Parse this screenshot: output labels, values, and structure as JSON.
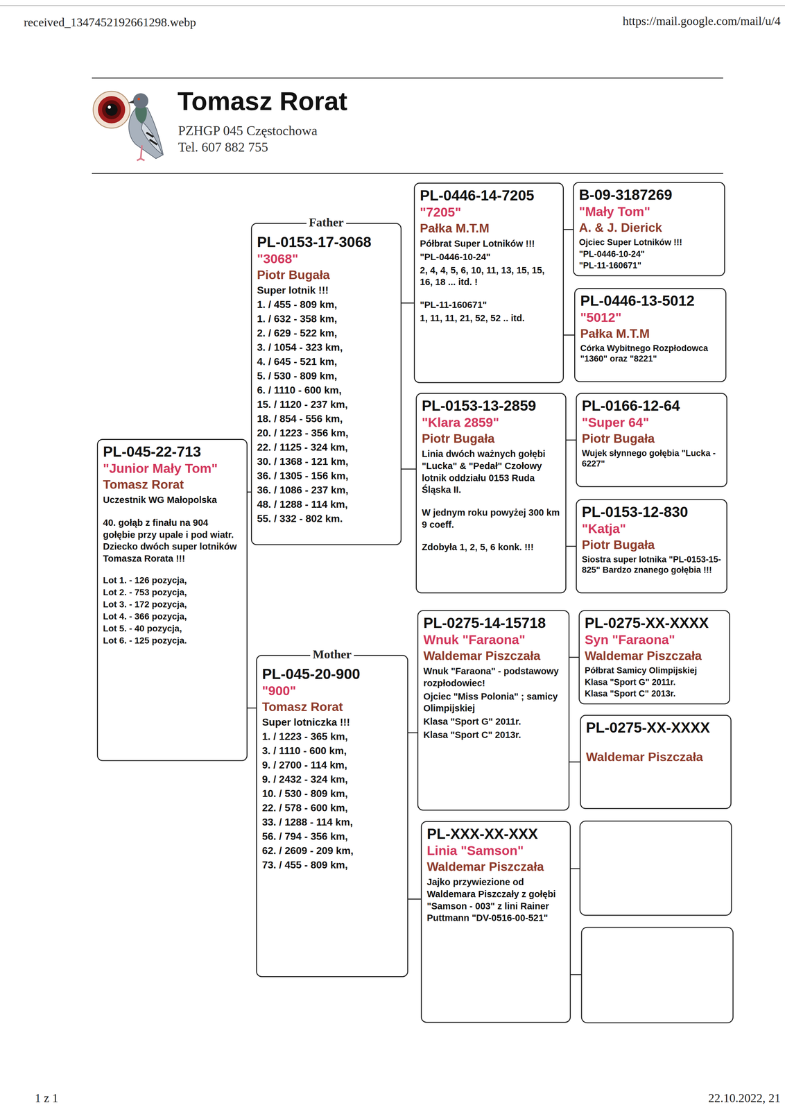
{
  "diagram": {
    "title": "Tomasz Rorat",
    "nodes": [
      {
        "text": [
          "PL-045-22-713",
          "\"Junior Mały Tom\"",
          "Tomasz Rorat",
          "Uczestnik WG Małopolska",
          "40. gołąb z finału na 904 gołębie przy upale i pod wiatr. Dziecko dwóch super lotników Tomasza Rorata !!!",
          "Lot 1. - 126 pozycja,",
          "Lot 2. - 753 pozycja,",
          "Lot 3. - 172 pozycja,",
          "Lot 4. - 366 pozycja,",
          "Lot 5. - 40 pozycja,",
          "Lot 6. - 125 pozycja."
        ]
      },
      {
        "text": [
          "Father",
          "PL-0153-17-3068",
          "\"3068\"",
          "Piotr Bugała",
          "Super lotnik !!!",
          "1. / 455 - 809 km,",
          "1. / 632 - 358 km,",
          "2. / 629 - 522 km,",
          "3. / 1054 - 323 km,",
          "4. / 645 - 521 km,",
          "5. / 530 - 809 km,",
          "6. / 1110 - 600 km,",
          "15. / 1120 - 237 km,",
          "18. / 854 - 556 km,",
          "20. / 1223 - 356 km,",
          "22. / 1125 - 324 km,",
          "30. / 1368 - 121 km,",
          "36. / 1305 - 156 km,",
          "36. / 1086 - 237 km,",
          "48. / 1288 - 114 km,",
          "55. / 332 - 802 km."
        ]
      },
      {
        "text": [
          "PL-0446-14-7205",
          "\"7205\"",
          "Pałka M.T.M",
          "Półbrat Super Lotników !!!",
          "\"PL-0446-10-24\"",
          "2, 4, 4, 5, 6, 10, 11, 13, 15, 15, 16, 18 ... itd. !",
          "\"PL-11-160671\"",
          "1, 11, 11, 21, 52, 52 .. itd."
        ]
      },
      {
        "text": [
          "B-09-3187269",
          "\"Mały Tom\"",
          "A. & J. Dierick",
          "Ojciec Super Lotników !!!",
          "\"PL-0446-10-24\"",
          "\"PL-11-160671\""
        ]
      },
      {
        "text": [
          "PL-0446-13-5012",
          "\"5012\"",
          "Pałka M.T.M",
          "Córka Wybitnego Rozpłodowca \"1360\" oraz \"8221\""
        ]
      },
      {
        "text": [
          "PL-0153-13-2859",
          "\"Klara 2859\"",
          "Piotr Bugała",
          "Linia dwóch ważnych gołębi \"Lucka\" & \"Pedał\" Czołowy lotnik oddziału 0153 Ruda Śląska II.",
          "W jednym roku powyżej 300 km 9 coeff.",
          "Zdobyła 1, 2, 5, 6 konk. !!!"
        ]
      },
      {
        "text": [
          "PL-0166-12-64",
          "\"Super 64\"",
          "Piotr Bugała",
          "Wujek słynnego gołębia \"Lucka - 6227\""
        ]
      },
      {
        "text": [
          "PL-0153-12-830",
          "\"Katja\"",
          "Piotr Bugała",
          "Siostra super lotnika \"PL-0153-15-825\" Bardzo znanego gołębia !!!"
        ]
      },
      {
        "text": [
          "Mother",
          "PL-045-20-900",
          "\"900\"",
          "Tomasz Rorat",
          "Super lotniczka !!!",
          "1. / 1223 - 365 km,",
          "3. / 1110 - 600 km,",
          "9. / 2700 - 114 km,",
          "9. / 2432 - 324 km,",
          "10. / 530 - 809 km,",
          "22. / 578 - 600 km,",
          "33. / 1288 - 114 km,",
          "56. / 794 - 356 km,",
          "62. / 2609 - 209 km,",
          "73. / 455 - 809 km,"
        ]
      },
      {
        "text": [
          "PL-0275-14-15718",
          "Wnuk \"Faraona\"",
          "Waldemar Piszczała",
          "Wnuk \"Faraona\" - podstawowy rozpłodowiec!",
          "Ojciec \"Miss Polonia\" ; samicy Olimpijskiej",
          "Klasa \"Sport G\" 2011r.",
          "Klasa \"Sport C\" 2013r."
        ]
      },
      {
        "text": [
          "PL-0275-XX-XXXX",
          "Syn \"Faraona\"",
          "Waldemar Piszczała",
          "Półbrat Samicy Olimpijskiej",
          "Klasa \"Sport G\" 2011r.",
          "Klasa \"Sport C\" 2013r."
        ]
      },
      {
        "text": [
          "PL-0275-XX-XXXX",
          "Waldemar Piszczała"
        ]
      },
      {
        "text": [
          "PL-XXX-XX-XXX",
          "Linia \"Samson\"",
          "Waldemar Piszczała",
          "Jajko przywiezione od Waldemara Piszczały z gołębi \"Samson - 003\" z lini Rainer Puttmann \"DV-0516-00-521\""
        ]
      }
    ],
    "edges": [
      {
        "from": 0,
        "to": 1,
        "arrow": "none"
      },
      {
        "from": 0,
        "to": 8,
        "arrow": "none"
      },
      {
        "from": 1,
        "to": 2,
        "arrow": "none"
      },
      {
        "from": 1,
        "to": 5,
        "arrow": "none"
      },
      {
        "from": 2,
        "to": 3,
        "arrow": "none"
      },
      {
        "from": 2,
        "to": 4,
        "arrow": "none"
      },
      {
        "from": 5,
        "to": 6,
        "arrow": "none"
      },
      {
        "from": 5,
        "to": 7,
        "arrow": "none"
      },
      {
        "from": 8,
        "to": 9,
        "arrow": "none"
      },
      {
        "from": 8,
        "to": 12,
        "arrow": "none"
      },
      {
        "from": 9,
        "to": 10,
        "arrow": "none"
      },
      {
        "from": 9,
        "to": 11,
        "arrow": "none"
      }
    ],
    "labels": [
      "received_1347452192661298.webp",
      "https://mail.google.com/mail/u/4",
      "PZHGP 045 Częstochowa",
      "Tel. 607 882 755",
      "1 z 1",
      "22.10.2022, 21"
    ]
  }
}
